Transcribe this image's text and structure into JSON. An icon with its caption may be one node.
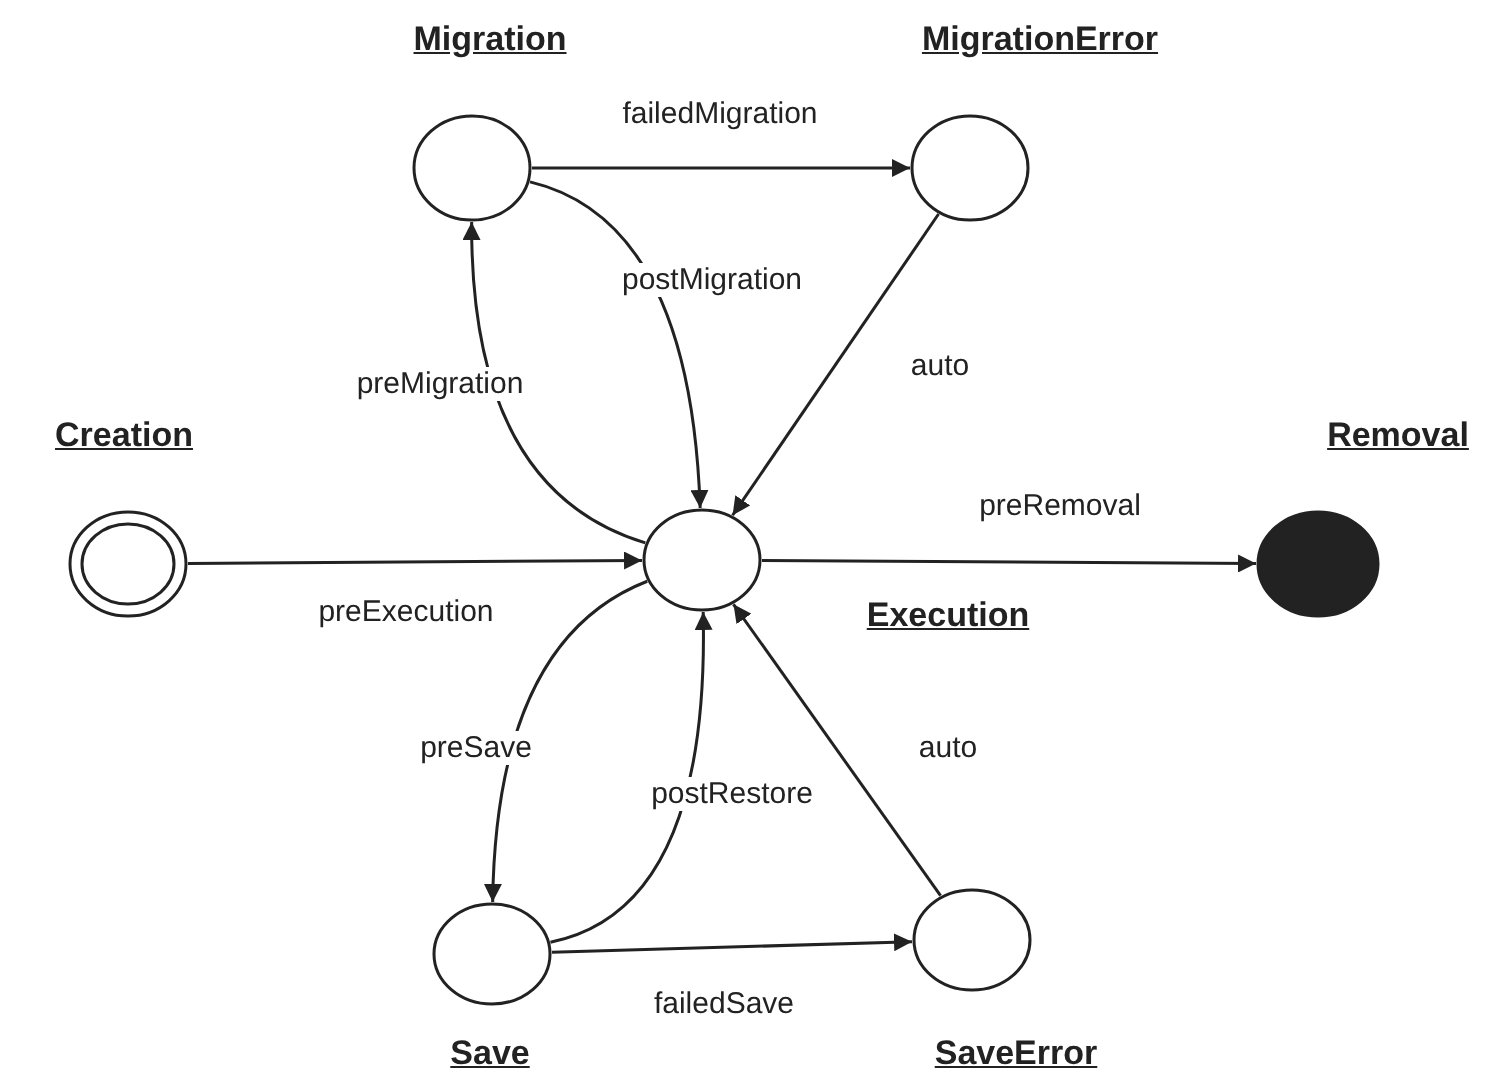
{
  "diagram": {
    "nodes": [
      {
        "text": [
          "Creation"
        ]
      },
      {
        "text": [
          "Migration"
        ]
      },
      {
        "text": [
          "MigrationError"
        ]
      },
      {
        "text": [
          "Execution"
        ]
      },
      {
        "text": [
          "Removal"
        ]
      },
      {
        "text": [
          "Save"
        ]
      },
      {
        "text": [
          "SaveError"
        ]
      }
    ],
    "edges": [
      {
        "from": 0,
        "to": 3,
        "arrow": "to",
        "label": "preExecution"
      },
      {
        "from": 1,
        "to": 2,
        "arrow": "to",
        "label": "failedMigration"
      },
      {
        "from": 1,
        "to": 3,
        "arrow": "to",
        "label": "postMigration"
      },
      {
        "from": 3,
        "to": 1,
        "arrow": "to",
        "label": "preMigration"
      },
      {
        "from": 2,
        "to": 3,
        "arrow": "to",
        "label": "auto"
      },
      {
        "from": 3,
        "to": 4,
        "arrow": "to",
        "label": "preRemoval"
      },
      {
        "from": 3,
        "to": 5,
        "arrow": "to",
        "label": "preSave"
      },
      {
        "from": 5,
        "to": 3,
        "arrow": "to",
        "label": "postRestore"
      },
      {
        "from": 6,
        "to": 3,
        "arrow": "to",
        "label": "auto"
      },
      {
        "from": 5,
        "to": 6,
        "arrow": "to",
        "label": "failedSave"
      }
    ]
  }
}
